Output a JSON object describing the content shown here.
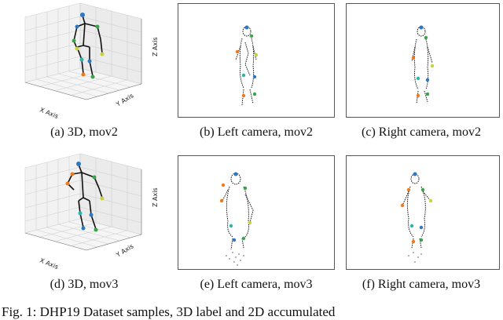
{
  "figure": {
    "caption": "Fig. 1: DHP19 Dataset samples, 3D label and 2D accumulated",
    "panels": [
      {
        "id": "a",
        "kind": "3d",
        "caption": "(a) 3D, mov2",
        "xaxis": "X Axis",
        "yaxis": "Y Axis",
        "zaxis": "Z Axis"
      },
      {
        "id": "b",
        "kind": "event",
        "caption": "(b) Left camera, mov2"
      },
      {
        "id": "c",
        "kind": "event",
        "caption": "(c) Right camera, mov2"
      },
      {
        "id": "d",
        "kind": "3d",
        "caption": "(d) 3D, mov3",
        "xaxis": "X Axis",
        "yaxis": "Y Axis",
        "zaxis": "Z Axis"
      },
      {
        "id": "e",
        "kind": "event",
        "caption": "(e) Left camera, mov3"
      },
      {
        "id": "f",
        "kind": "event",
        "caption": "(f) Right camera, mov3"
      }
    ]
  },
  "colors": {
    "bone": "#111111",
    "joint_blue": "#2a78c4",
    "joint_green": "#3aa34a",
    "joint_orange": "#f07a1a",
    "joint_yellow": "#c9d13a",
    "joint_teal": "#2ab3b0",
    "grid": "#c8c8c8"
  }
}
